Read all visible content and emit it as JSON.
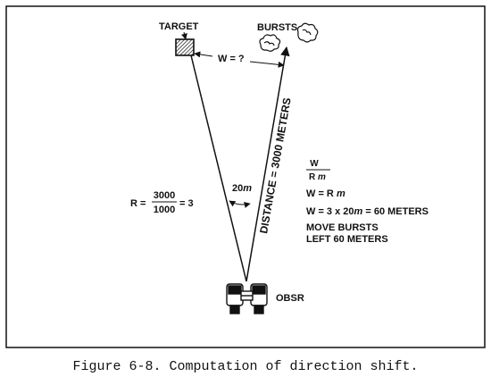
{
  "labels": {
    "target": "TARGET",
    "bursts": "BURSTS",
    "w_question": "W = ?",
    "distance": "DISTANCE = 3000 METERS",
    "angle": "20",
    "angle_unit": "m",
    "observer": "OBSR",
    "r_prefix": "R =",
    "r_numerator": "3000",
    "r_denominator": "1000",
    "r_result": "= 3"
  },
  "formulas": {
    "fraction_top": "W",
    "fraction_bottom_r": "R",
    "fraction_bottom_unit": "m",
    "w_eq_prefix": "W = R",
    "w_eq_unit": "m",
    "w_calc_prefix": "W = 3 x 20",
    "w_calc_unit": "m",
    "w_calc_result": "= 60 METERS",
    "move_line1": "MOVE BURSTS",
    "move_line2": "LEFT 60 METERS"
  },
  "caption": "Figure 6-8.  Computation of direction shift.",
  "colors": {
    "ink": "#111111",
    "background": "#ffffff"
  }
}
